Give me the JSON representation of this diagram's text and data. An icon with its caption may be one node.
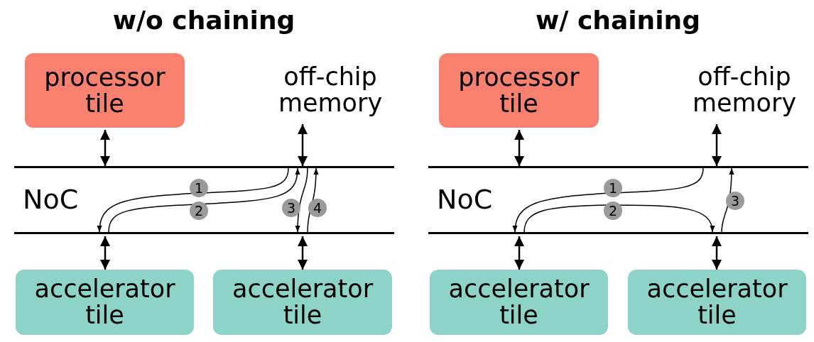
{
  "diagram": {
    "nodes": [
      {
        "text": [
          "processor tile"
        ]
      },
      {
        "text": [
          "off-chip memory"
        ]
      },
      {
        "text": [
          "NoC"
        ]
      },
      {
        "text": [
          "accelerator tile"
        ]
      },
      {
        "text": [
          "accelerator tile"
        ]
      },
      {
        "text": [
          "processor tile"
        ]
      },
      {
        "text": [
          "off-chip memory"
        ]
      },
      {
        "text": [
          "NoC"
        ]
      },
      {
        "text": [
          "accelerator tile"
        ]
      },
      {
        "text": [
          "accelerator tile"
        ]
      }
    ],
    "edges": [
      {
        "from": 0,
        "to": 2,
        "arrow": "both"
      },
      {
        "from": 1,
        "to": 2,
        "arrow": "both"
      },
      {
        "from": 2,
        "to": 3,
        "arrow": "both"
      },
      {
        "from": 2,
        "to": 4,
        "arrow": "both"
      },
      {
        "from": 2,
        "to": 2,
        "arrow": "to",
        "label": "1"
      },
      {
        "from": 2,
        "to": 2,
        "arrow": "to",
        "label": "2"
      },
      {
        "from": 2,
        "to": 2,
        "arrow": "to",
        "label": "3"
      },
      {
        "from": 2,
        "to": 2,
        "arrow": "to",
        "label": "4"
      },
      {
        "from": 5,
        "to": 7,
        "arrow": "both"
      },
      {
        "from": 6,
        "to": 7,
        "arrow": "both"
      },
      {
        "from": 7,
        "to": 8,
        "arrow": "both"
      },
      {
        "from": 7,
        "to": 9,
        "arrow": "both"
      },
      {
        "from": 7,
        "to": 7,
        "arrow": "to",
        "label": "1"
      },
      {
        "from": 7,
        "to": 7,
        "arrow": "to",
        "label": "2"
      },
      {
        "from": 7,
        "to": 7,
        "arrow": "to",
        "label": "3"
      }
    ],
    "labels": [
      "w/o chaining",
      "w/ chaining"
    ]
  }
}
